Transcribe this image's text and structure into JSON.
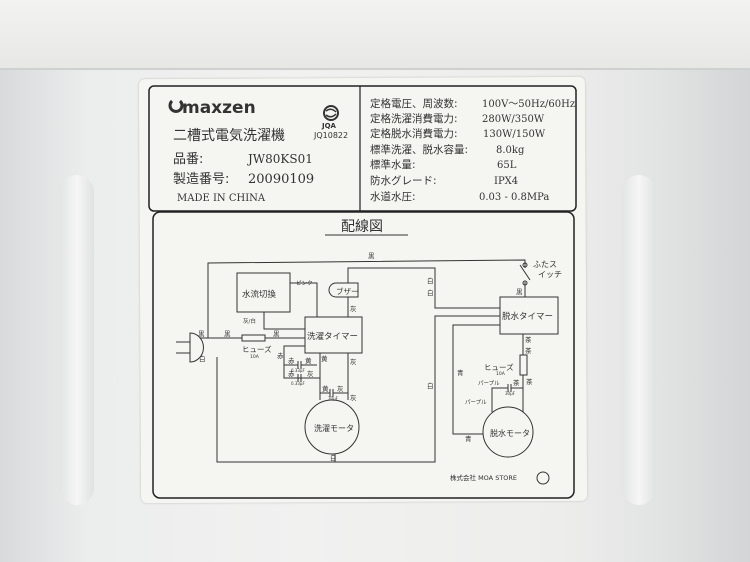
{
  "spec_label": {
    "brand": "maxzen",
    "certification_mark": "JQA",
    "certification_number": "JQ10822",
    "product_type": "二槽式電気洗濯機",
    "model_label": "品番:",
    "model_value": "JW80KS01",
    "serial_label": "製造番号:",
    "serial_value": "20090109",
    "origin": "MADE IN CHINA",
    "specs": [
      {
        "label": "定格電圧、周波数:",
        "value": "100V〜50Hz/60Hz"
      },
      {
        "label": "定格洗濯消費電力:",
        "value": "280W/350W"
      },
      {
        "label": "定格脱水消費電力:",
        "value": "130W/150W"
      },
      {
        "label": "標準洗濯、脱水容量:",
        "value": "8.0kg"
      },
      {
        "label": "標準水量:",
        "value": "65L"
      },
      {
        "label": "防水グレード:",
        "value": "IPX4"
      },
      {
        "label": "水道水圧:",
        "value": "0.03 - 0.8MPa"
      }
    ]
  },
  "wiring_diagram": {
    "title": "配線図",
    "components": {
      "water_flow_switch": "水流切換",
      "buzzer": "ブザー",
      "wash_timer": "洗濯タイマー",
      "spin_timer": "脱水タイマー",
      "fuse_left": "ヒューズ",
      "fuse_left_rating": "10A",
      "fuse_right": "ヒューズ",
      "fuse_right_rating": "10A",
      "wash_motor": "洗濯モータ",
      "spin_motor": "脱水モータ",
      "lid_switch_1": "ふたス",
      "lid_switch_2": "イッチ",
      "cap1": "0.33μF",
      "cap2": "0.33μF",
      "cap3": "30μF",
      "cap4": "30μF"
    },
    "wire_labels": [
      "黒",
      "ピンク",
      "白",
      "黒",
      "灰/白",
      "黒",
      "黒",
      "黒",
      "白",
      "赤",
      "赤",
      "黄",
      "赤",
      "灰",
      "黄",
      "灰",
      "黄",
      "灰",
      "灰",
      "白",
      "白",
      "茶",
      "茶",
      "青",
      "パープル",
      "茶",
      "パープル",
      "茶",
      "青",
      "灰",
      "白"
    ],
    "manufacturer": "株式会社 MOA STORE"
  }
}
